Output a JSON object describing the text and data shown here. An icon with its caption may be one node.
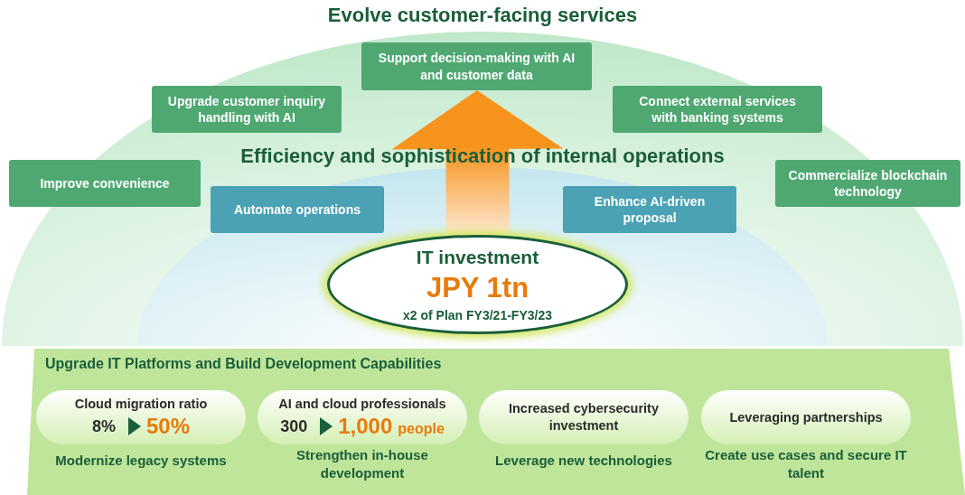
{
  "diagram": {
    "nodes": [
      {
        "text": [
          "Evolve customer-facing services"
        ]
      },
      {
        "text": [
          "Support decision-making with AI and customer data"
        ],
        "in": 0
      },
      {
        "text": [
          "Upgrade customer inquiry handling with AI"
        ],
        "in": 0
      },
      {
        "text": [
          "Connect external services with banking systems"
        ],
        "in": 0
      },
      {
        "text": [
          "Improve convenience"
        ],
        "in": 0
      },
      {
        "text": [
          "Commercialize blockchain technology"
        ],
        "in": 0
      },
      {
        "text": [
          "Efficiency and sophistication of internal operations"
        ],
        "in": 0
      },
      {
        "text": [
          "Automate operations"
        ],
        "in": 6
      },
      {
        "text": [
          "Enhance AI-driven proposal"
        ],
        "in": 6
      },
      {
        "text": [
          "IT investment",
          "JPY 1tn",
          "x2 of Plan FY3/21-FY3/23"
        ],
        "in": 6
      },
      {
        "text": [
          "Upgrade IT Platforms and Build Development Capabilities"
        ]
      },
      {
        "text": [
          "Cloud migration ratio",
          "8%",
          "50%"
        ],
        "in": 10,
        "beside": [
          "Modernize legacy systems"
        ]
      },
      {
        "text": [
          "AI and cloud professionals",
          "300",
          "1,000",
          "people"
        ],
        "in": 10,
        "beside": [
          "Strengthen in-house development"
        ]
      },
      {
        "text": [
          "Increased cybersecurity investment"
        ],
        "in": 10,
        "beside": [
          "Leverage new technologies"
        ]
      },
      {
        "text": [
          "Leveraging partnerships"
        ],
        "in": 10,
        "beside": [
          "Create use cases and secure IT talent"
        ]
      }
    ],
    "edges": [
      {
        "from": 9,
        "to": 1,
        "arrow": "to",
        "style": "thick",
        "color": "#f7941d"
      }
    ]
  }
}
